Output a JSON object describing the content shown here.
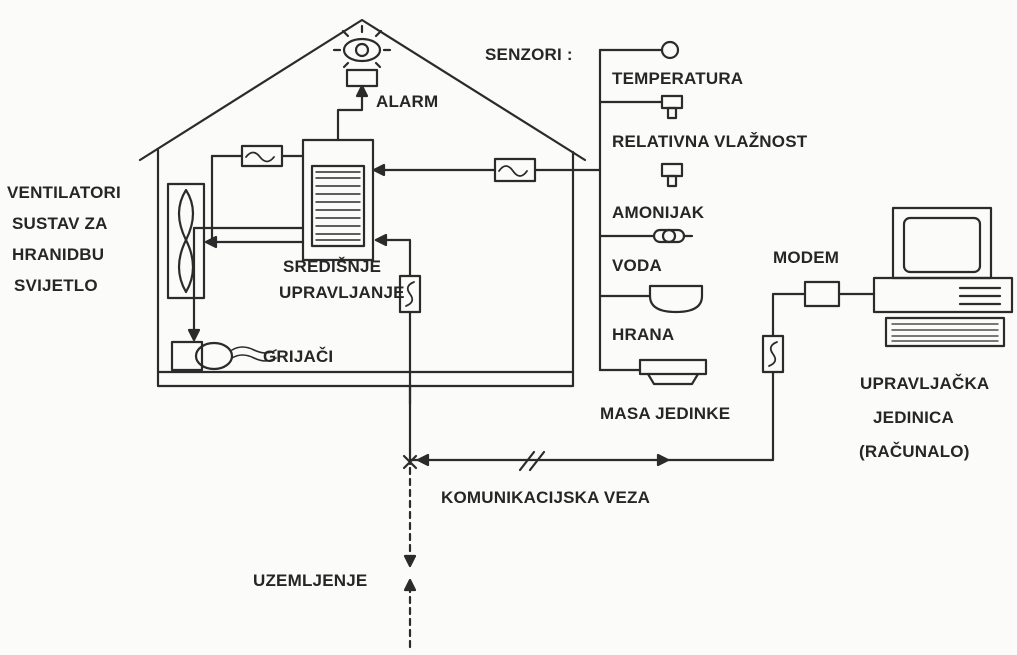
{
  "house": {
    "alarm": "ALARM",
    "central_control": [
      "SREDIŠNJE",
      "UPRAVLJANJE"
    ],
    "left_labels": [
      "VENTILATORI",
      "SUSTAV ZA",
      "HRANIDBU",
      "SVIJETLO"
    ],
    "heaters": "GRIJAČI"
  },
  "sensors": {
    "heading": "SENZORI :",
    "items": [
      "TEMPERATURA",
      "RELATIVNA VLAŽNOST",
      "AMONIJAK",
      "VODA",
      "HRANA",
      "MASA JEDINKE"
    ]
  },
  "computer": {
    "modem": "MODEM",
    "unit": [
      "UPRAVLJAČKA",
      "JEDINICA",
      "(RAČUNALO)"
    ]
  },
  "link": {
    "communication": "KOMUNIKACIJSKA VEZA",
    "ground": "UZEMLJENJE"
  }
}
